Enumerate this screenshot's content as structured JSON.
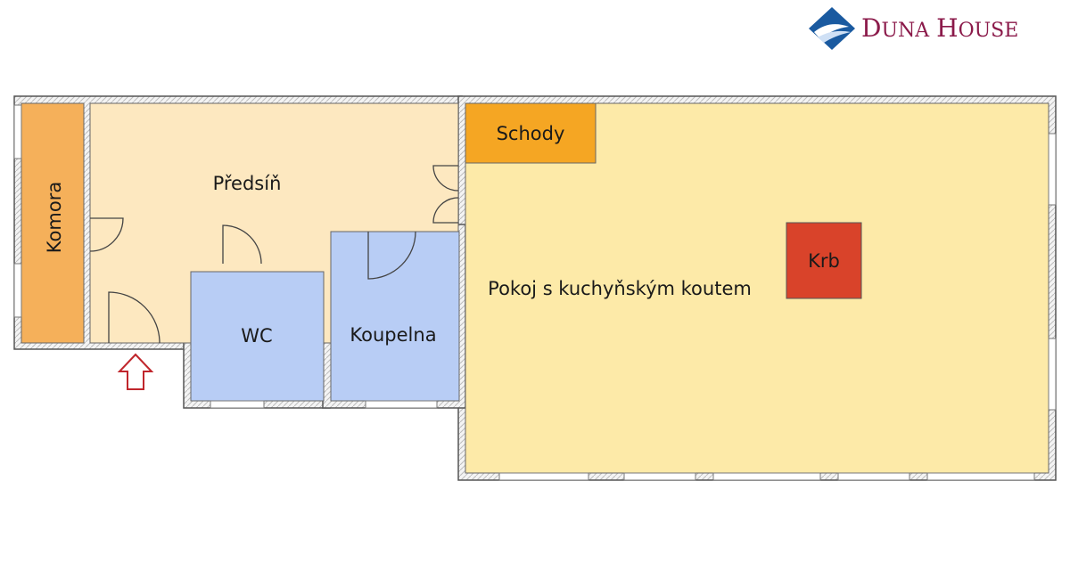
{
  "brand": {
    "name_big_1": "D",
    "name_small_1": "UNA",
    "name_big_2": "H",
    "name_small_2": "OUSE"
  },
  "rooms": {
    "komora": "Komora",
    "predsin": "Předsíň",
    "wc": "WC",
    "koupelna": "Koupelna",
    "schody": "Schody",
    "pokoj": "Pokoj s kuchyňským koutem",
    "krb": "Krb"
  },
  "colors": {
    "komora": "#f5b05a",
    "predsin": "#fde8c0",
    "wet_room": "#b8cdf5",
    "pokoj": "#fdeaa8",
    "schody": "#f5a623",
    "krb": "#d9432a",
    "entrance_arrow": "#c0262c",
    "logo_blue": "#1a5aa0",
    "logo_text": "#8b1a4a"
  }
}
